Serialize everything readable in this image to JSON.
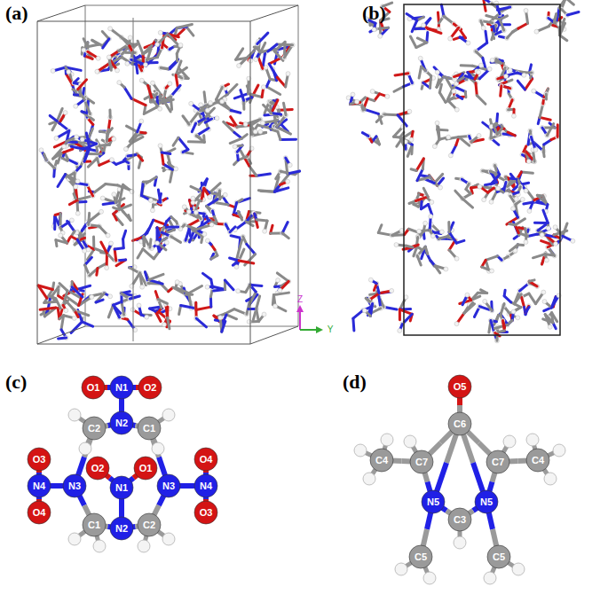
{
  "diagram": {
    "labels": [
      "(a)",
      "(b)",
      "(c)",
      "(d)",
      "Z",
      "Y",
      "O1",
      "N1",
      "O2",
      "N2",
      "C2",
      "C1",
      "O3",
      "N4",
      "O4",
      "N3",
      "O2",
      "N1",
      "O1",
      "N3",
      "N4",
      "O4",
      "O3",
      "C1",
      "N2",
      "C2",
      "O5",
      "C6",
      "C4",
      "C7",
      "C7",
      "C4",
      "N5",
      "N5",
      "C3",
      "C5",
      "C5"
    ]
  }
}
